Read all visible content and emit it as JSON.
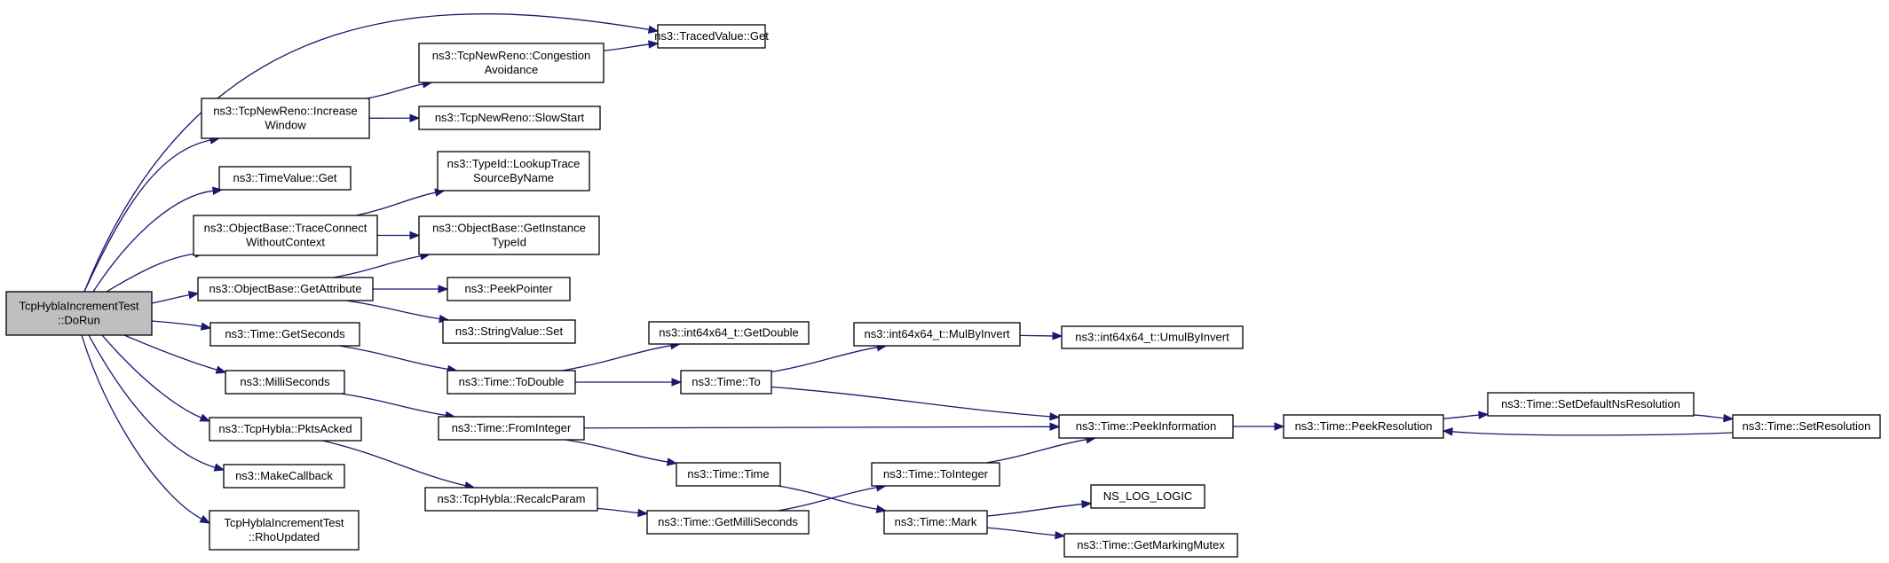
{
  "graph": {
    "type": "call-graph",
    "edge_color": "#191970",
    "root_fill": "#bfbfbf",
    "nodes": [
      {
        "id": "dorun",
        "lines": [
          "TcpHyblaIncrementTest",
          "::DoRun"
        ],
        "root": true
      },
      {
        "id": "tracedvalue_get",
        "lines": [
          "ns3::TracedValue::Get"
        ]
      },
      {
        "id": "congestion_avoidance",
        "lines": [
          "ns3::TcpNewReno::Congestion",
          "Avoidance"
        ]
      },
      {
        "id": "increase_window",
        "lines": [
          "ns3::TcpNewReno::Increase",
          "Window"
        ]
      },
      {
        "id": "slow_start",
        "lines": [
          "ns3::TcpNewReno::SlowStart"
        ]
      },
      {
        "id": "timevalue_get",
        "lines": [
          "ns3::TimeValue::Get"
        ]
      },
      {
        "id": "lookup_trace",
        "lines": [
          "ns3::TypeId::LookupTrace",
          "SourceByName"
        ]
      },
      {
        "id": "trace_connect",
        "lines": [
          "ns3::ObjectBase::TraceConnect",
          "WithoutContext"
        ]
      },
      {
        "id": "get_instance_typeid",
        "lines": [
          "ns3::ObjectBase::GetInstance",
          "TypeId"
        ]
      },
      {
        "id": "get_attribute",
        "lines": [
          "ns3::ObjectBase::GetAttribute"
        ]
      },
      {
        "id": "peek_pointer",
        "lines": [
          "ns3::PeekPointer"
        ]
      },
      {
        "id": "stringvalue_set",
        "lines": [
          "ns3::StringValue::Set"
        ]
      },
      {
        "id": "get_seconds",
        "lines": [
          "ns3::Time::GetSeconds"
        ]
      },
      {
        "id": "int64_getdouble",
        "lines": [
          "ns3::int64x64_t::GetDouble"
        ]
      },
      {
        "id": "to_double",
        "lines": [
          "ns3::Time::ToDouble"
        ]
      },
      {
        "id": "mul_by_invert",
        "lines": [
          "ns3::int64x64_t::MulByInvert"
        ]
      },
      {
        "id": "umul_by_invert",
        "lines": [
          "ns3::int64x64_t::UmulByInvert"
        ]
      },
      {
        "id": "time_to",
        "lines": [
          "ns3::Time::To"
        ]
      },
      {
        "id": "milliseconds",
        "lines": [
          "ns3::MilliSeconds"
        ]
      },
      {
        "id": "from_integer",
        "lines": [
          "ns3::Time::FromInteger"
        ]
      },
      {
        "id": "peek_information",
        "lines": [
          "ns3::Time::PeekInformation"
        ]
      },
      {
        "id": "peek_resolution",
        "lines": [
          "ns3::Time::PeekResolution"
        ]
      },
      {
        "id": "set_default_ns_resolution",
        "lines": [
          "ns3::Time::SetDefaultNsResolution"
        ]
      },
      {
        "id": "set_resolution",
        "lines": [
          "ns3::Time::SetResolution"
        ]
      },
      {
        "id": "pkts_acked",
        "lines": [
          "ns3::TcpHybla::PktsAcked"
        ]
      },
      {
        "id": "time_time",
        "lines": [
          "ns3::Time::Time"
        ]
      },
      {
        "id": "to_integer",
        "lines": [
          "ns3::Time::ToInteger"
        ]
      },
      {
        "id": "make_callback",
        "lines": [
          "ns3::MakeCallback"
        ]
      },
      {
        "id": "ns_log_logic",
        "lines": [
          "NS_LOG_LOGIC"
        ]
      },
      {
        "id": "recalc_param",
        "lines": [
          "ns3::TcpHybla::RecalcParam"
        ]
      },
      {
        "id": "time_mark",
        "lines": [
          "ns3::Time::Mark"
        ]
      },
      {
        "id": "get_milliseconds",
        "lines": [
          "ns3::Time::GetMilliSeconds"
        ]
      },
      {
        "id": "rho_updated",
        "lines": [
          "TcpHyblaIncrementTest",
          "::RhoUpdated"
        ]
      },
      {
        "id": "get_marking_mutex",
        "lines": [
          "ns3::Time::GetMarkingMutex"
        ]
      }
    ],
    "edges": [
      [
        "dorun",
        "tracedvalue_get"
      ],
      [
        "dorun",
        "increase_window"
      ],
      [
        "dorun",
        "timevalue_get"
      ],
      [
        "dorun",
        "trace_connect"
      ],
      [
        "dorun",
        "get_attribute"
      ],
      [
        "dorun",
        "get_seconds"
      ],
      [
        "dorun",
        "milliseconds"
      ],
      [
        "dorun",
        "pkts_acked"
      ],
      [
        "dorun",
        "make_callback"
      ],
      [
        "dorun",
        "rho_updated"
      ],
      [
        "increase_window",
        "congestion_avoidance"
      ],
      [
        "increase_window",
        "slow_start"
      ],
      [
        "congestion_avoidance",
        "tracedvalue_get"
      ],
      [
        "trace_connect",
        "lookup_trace"
      ],
      [
        "trace_connect",
        "get_instance_typeid"
      ],
      [
        "get_attribute",
        "get_instance_typeid"
      ],
      [
        "get_attribute",
        "peek_pointer"
      ],
      [
        "get_attribute",
        "stringvalue_set"
      ],
      [
        "get_seconds",
        "to_double"
      ],
      [
        "to_double",
        "int64_getdouble"
      ],
      [
        "to_double",
        "time_to"
      ],
      [
        "time_to",
        "mul_by_invert"
      ],
      [
        "time_to",
        "peek_information"
      ],
      [
        "mul_by_invert",
        "umul_by_invert"
      ],
      [
        "milliseconds",
        "from_integer"
      ],
      [
        "from_integer",
        "peek_information"
      ],
      [
        "from_integer",
        "time_time"
      ],
      [
        "time_time",
        "time_mark"
      ],
      [
        "pkts_acked",
        "recalc_param"
      ],
      [
        "recalc_param",
        "get_milliseconds"
      ],
      [
        "get_milliseconds",
        "to_integer"
      ],
      [
        "to_integer",
        "peek_information"
      ],
      [
        "peek_information",
        "peek_resolution"
      ],
      [
        "peek_resolution",
        "set_default_ns_resolution"
      ],
      [
        "set_default_ns_resolution",
        "set_resolution"
      ],
      [
        "set_resolution",
        "peek_resolution"
      ],
      [
        "time_mark",
        "ns_log_logic"
      ],
      [
        "time_mark",
        "get_marking_mutex"
      ]
    ]
  }
}
